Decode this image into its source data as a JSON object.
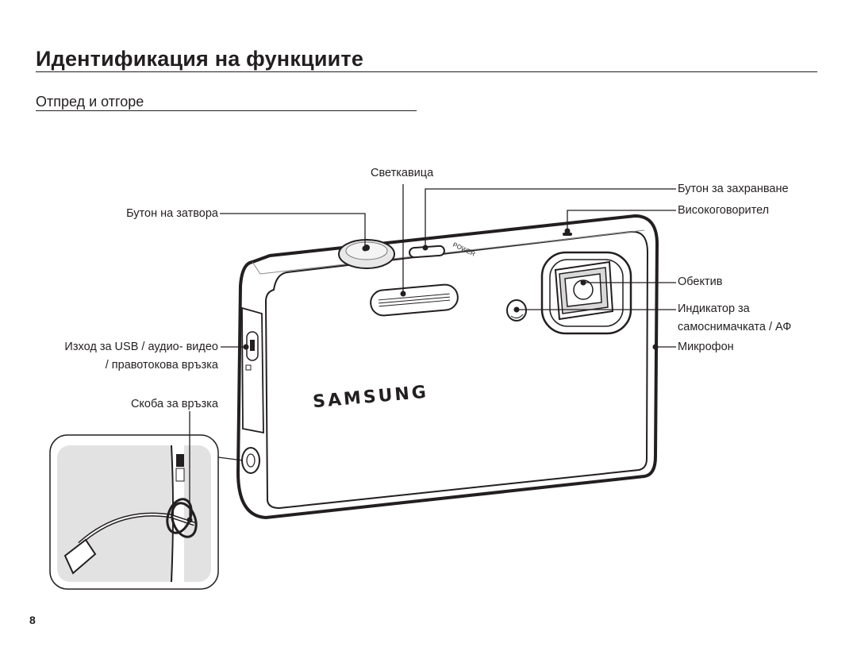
{
  "page": {
    "title": "Идентификация на функциите",
    "section": "Отпред и отгоре",
    "page_number": "8"
  },
  "labels": {
    "flash": "Светкавица",
    "power_button": "Бутон за захранване",
    "speaker": "Високоговорител",
    "shutter_button": "Бутон на затвора",
    "lens": "Обектив",
    "af_lamp_line1": "Индикатор за",
    "af_lamp_line2": "самоснимачката / АФ",
    "microphone": "Микрофон",
    "usb_port_line1": "Изход за USB / аудио- видео",
    "usb_port_line2": "/ правотокова връзка",
    "strap_eyelet": "Скоба за връзка"
  },
  "camera": {
    "brand_logo": "SAMSUNG",
    "power_text": "POWER"
  }
}
